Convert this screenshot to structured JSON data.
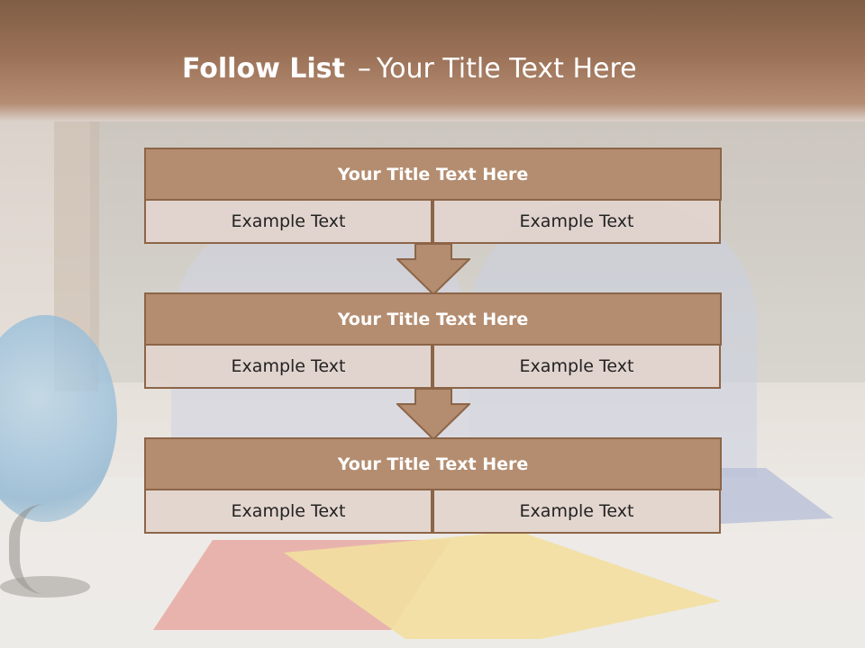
{
  "slide": {
    "title_bold": "Follow List",
    "title_separator": "–",
    "title_rest": "Your Title Text Here"
  },
  "steps": [
    {
      "title": "Your Title Text Here",
      "left": "Example Text",
      "right": "Example Text"
    },
    {
      "title": "Your Title Text Here",
      "left": "Example Text",
      "right": "Example Text"
    },
    {
      "title": "Your Title Text Here",
      "left": "Example Text",
      "right": "Example Text"
    }
  ],
  "colors": {
    "header": "#9a7157",
    "box_fill": "#b48d70",
    "box_border": "#8c6548",
    "cell_fill": "#e2d4cd",
    "arrow": "#b48d70"
  }
}
